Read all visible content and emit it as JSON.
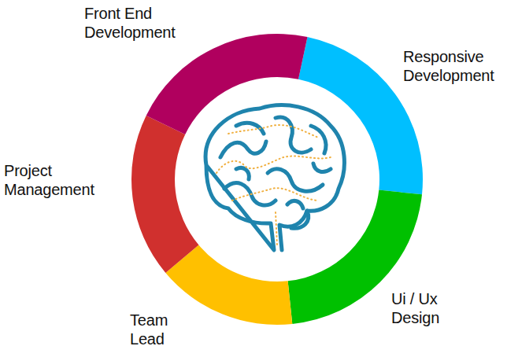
{
  "diagram": {
    "labels": [
      "Front End Development",
      "Responsive Development",
      "Ui / Ux Design",
      "Team Lead",
      "Project Management"
    ]
  }
}
